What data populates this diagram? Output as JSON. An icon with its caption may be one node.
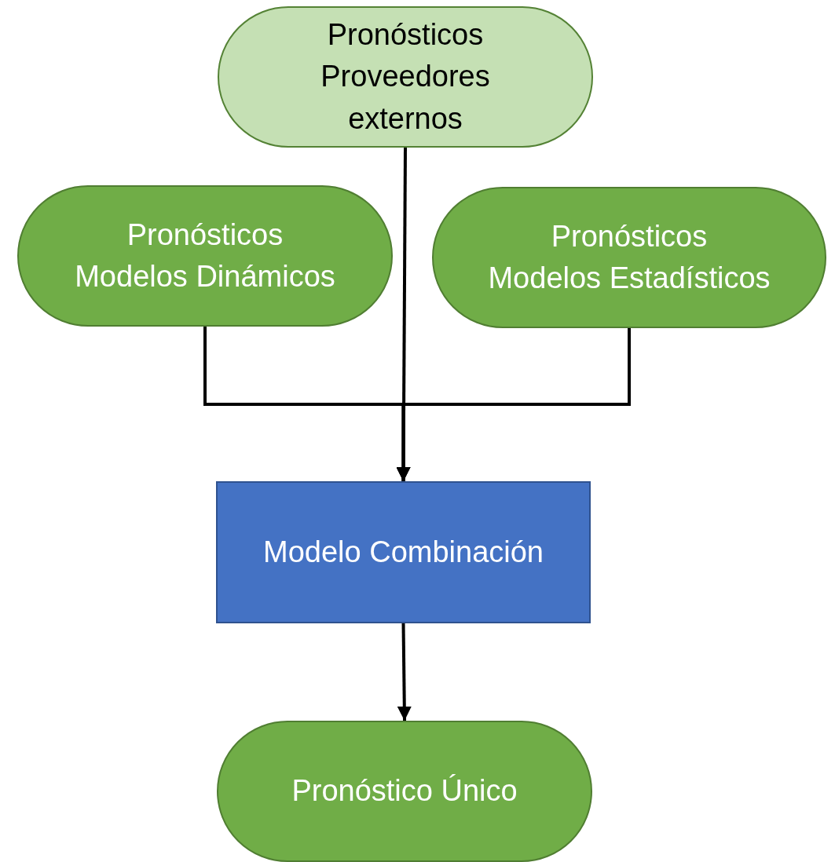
{
  "diagram": {
    "nodes": [
      {
        "text": [
          "Pronósticos Proveedores externos"
        ]
      },
      {
        "text": [
          "Pronósticos Modelos Dinámicos"
        ]
      },
      {
        "text": [
          "Pronósticos Modelos Estadísticos"
        ]
      },
      {
        "text": [
          "Modelo Combinación"
        ]
      },
      {
        "text": [
          "Pronóstico Único"
        ]
      }
    ],
    "edges": [
      {
        "from": 0,
        "to": 3,
        "arrow": "to"
      },
      {
        "from": 1,
        "to": 3,
        "arrow": "to"
      },
      {
        "from": 2,
        "to": 3,
        "arrow": "to"
      },
      {
        "from": 3,
        "to": 4,
        "arrow": "to"
      }
    ]
  }
}
